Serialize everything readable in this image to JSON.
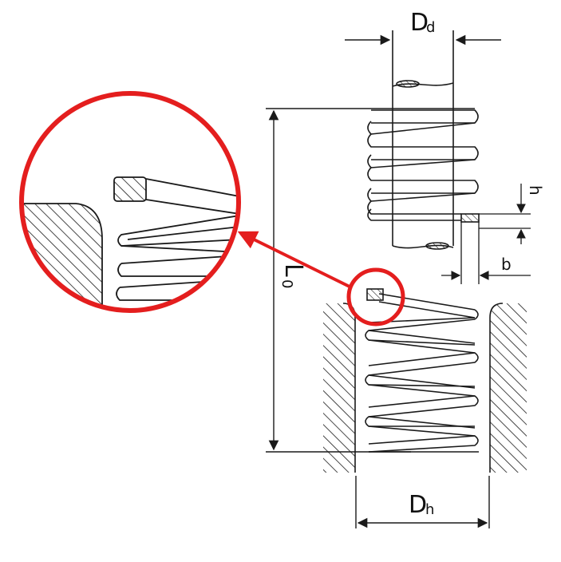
{
  "diagram": {
    "labels": {
      "Dd": {
        "main": "D",
        "sub": "d"
      },
      "Dh": {
        "main": "D",
        "sub": "h"
      },
      "L0": {
        "main": "L",
        "sub": "0"
      },
      "b": "b",
      "h": "h"
    },
    "colors": {
      "line": "#1a1a1a",
      "accent": "#e41e1e",
      "background": "#ffffff"
    }
  }
}
